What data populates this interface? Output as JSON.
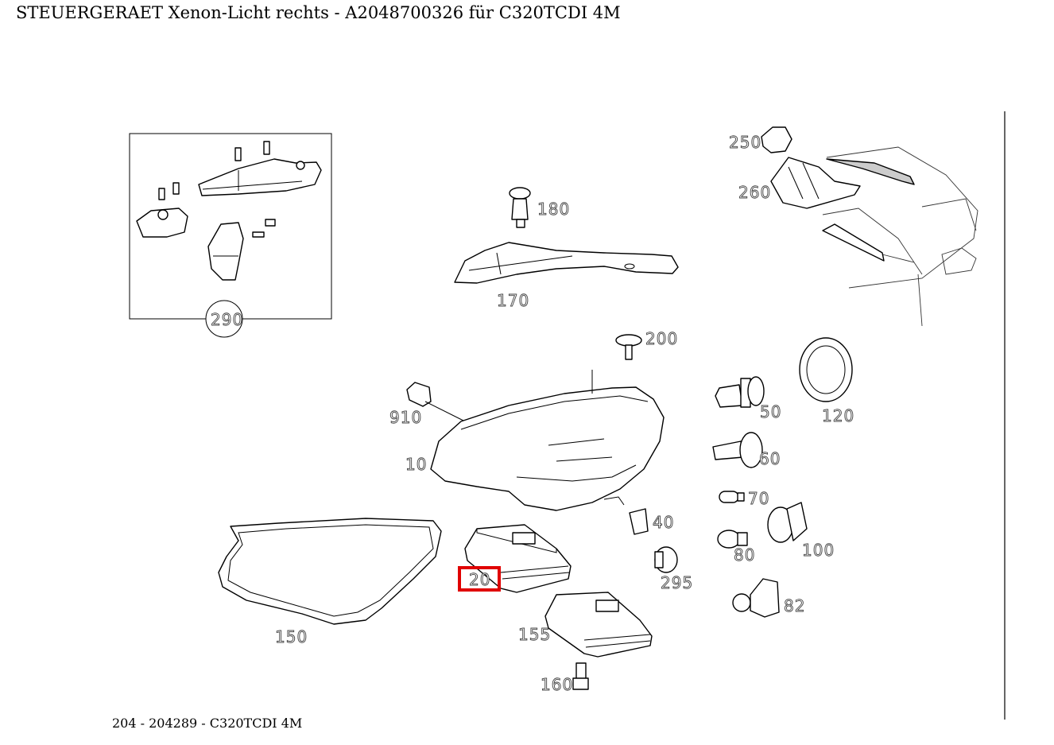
{
  "title": "STEUERGERAET Xenon-Licht rechts - A2048700326 für C320TCDI 4M",
  "footer": "204 - 204289 - C320TCDI 4M",
  "highlight_color": "#e00000",
  "highlighted_part": "20",
  "labels": {
    "p10": "10",
    "p20": "20",
    "p40": "40",
    "p50": "50",
    "p60": "60",
    "p70": "70",
    "p80": "80",
    "p82": "82",
    "p100": "100",
    "p120": "120",
    "p150": "150",
    "p155": "155",
    "p160": "160",
    "p170": "170",
    "p180": "180",
    "p200": "200",
    "p250": "250",
    "p260": "260",
    "p290": "290",
    "p295": "295",
    "p910": "910"
  }
}
